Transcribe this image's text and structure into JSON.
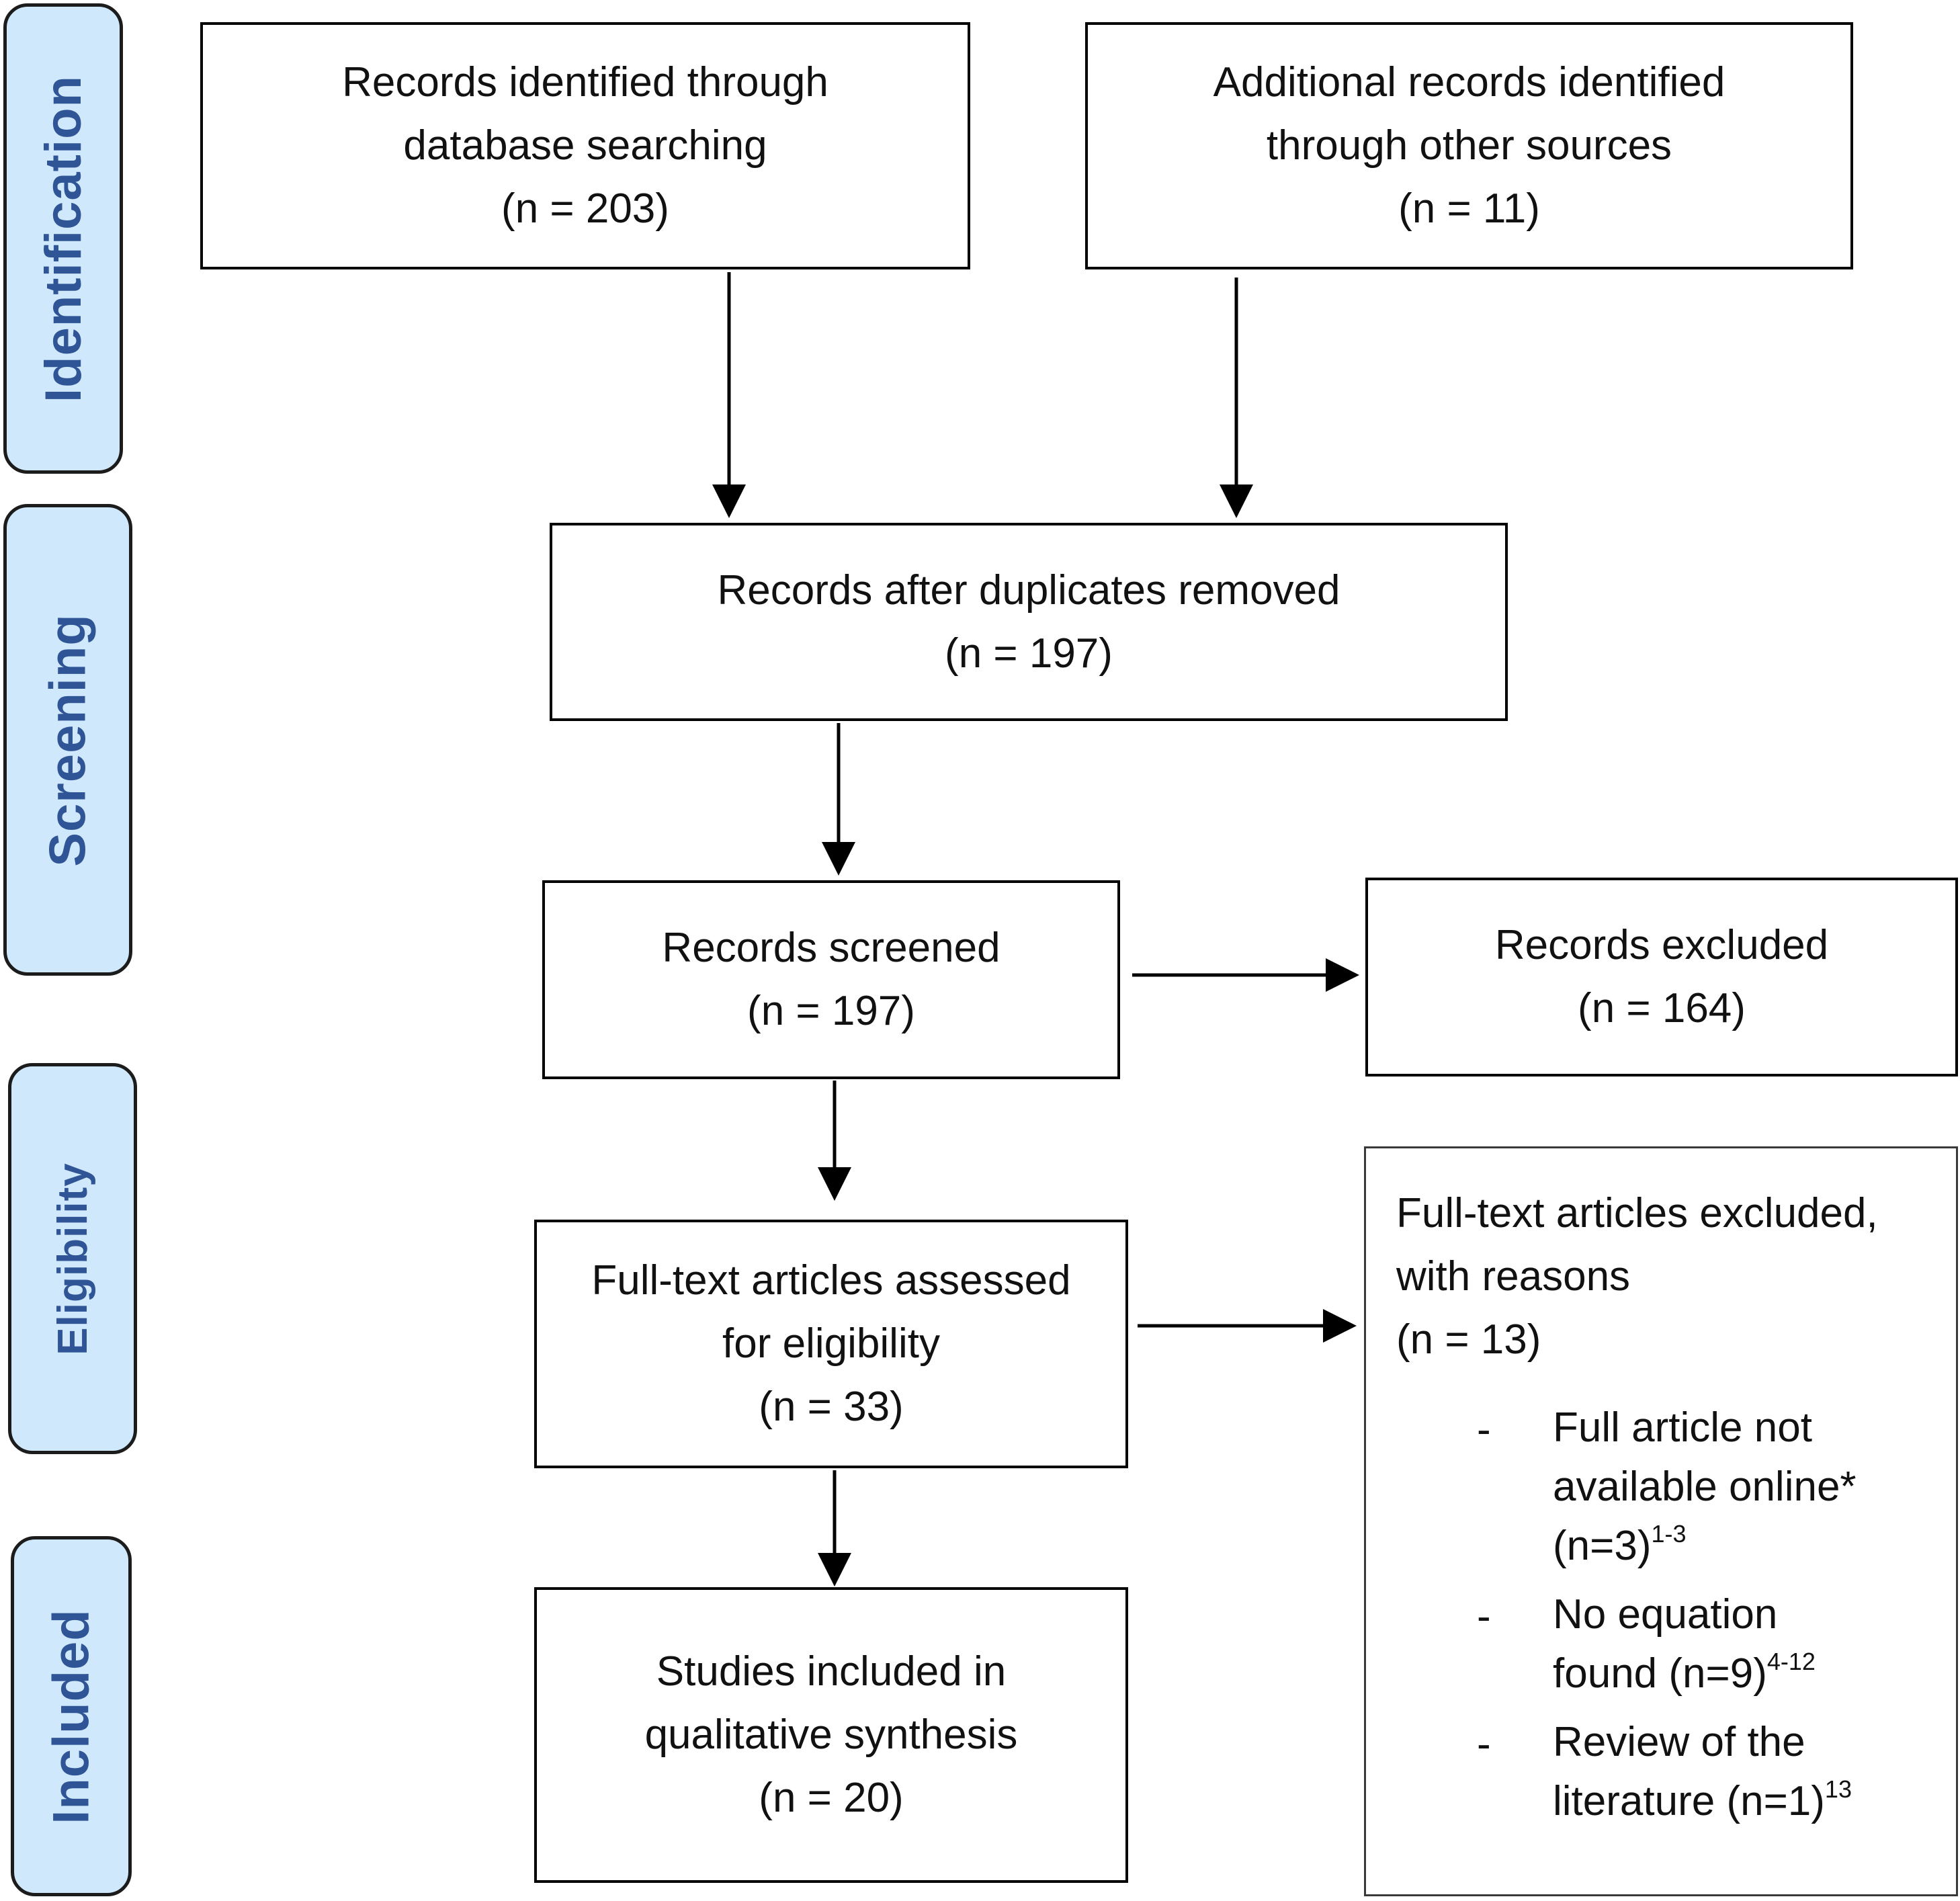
{
  "stages": {
    "identification": "Identification",
    "screening": "Screening",
    "eligibility": "Eligibility",
    "included": "Included"
  },
  "boxes": {
    "database_records": {
      "lines": [
        "Records identified through",
        "database searching",
        "(n = 203)"
      ]
    },
    "other_sources": {
      "lines": [
        "Additional records identified",
        "through other sources",
        "(n = 11)"
      ]
    },
    "after_duplicates": {
      "lines": [
        "Records after duplicates removed",
        "(n = 197)"
      ]
    },
    "screened": {
      "lines": [
        "Records screened",
        "(n = 197)"
      ]
    },
    "excluded": {
      "lines": [
        "Records excluded",
        "(n = 164)"
      ]
    },
    "full_text_assessed": {
      "lines": [
        "Full-text articles assessed",
        "for eligibility",
        "(n = 33)"
      ]
    },
    "included_studies": {
      "lines": [
        "Studies included in",
        "qualitative synthesis",
        "(n = 20)"
      ]
    },
    "full_text_excluded": {
      "lines": [
        "Full-text articles excluded,",
        "with reasons",
        "(n = 13)"
      ],
      "dash": "-",
      "reasons": [
        {
          "lines": [
            "Full article not",
            "available online*",
            "(n=3)"
          ],
          "sup": "1-3"
        },
        {
          "lines": [
            "No equation",
            "found (n=9)"
          ],
          "sup": "4-12"
        },
        {
          "lines": [
            "Review of the",
            "literature (n=1)"
          ],
          "sup": "13"
        }
      ]
    }
  },
  "colors": {
    "stage_fill": "#cfe8fb",
    "stage_text": "#2f5597",
    "border": "#000000"
  }
}
